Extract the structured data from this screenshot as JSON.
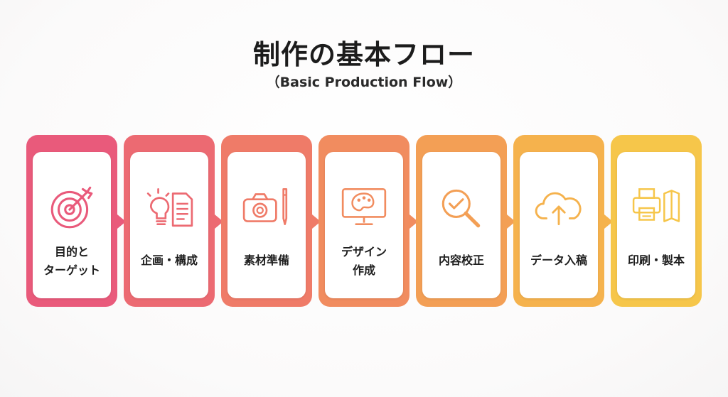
{
  "title": "制作の基本フロー",
  "subtitle": "（Basic Production Flow）",
  "steps": [
    {
      "label": "目的と\nターゲット",
      "icon": "target-icon",
      "color": "#e95a7b"
    },
    {
      "label": "企画・構成",
      "icon": "lightbulb-document-icon",
      "color": "#ec6a72"
    },
    {
      "label": "素材準備",
      "icon": "camera-pen-icon",
      "color": "#ef7b68"
    },
    {
      "label": "デザイン\n作成",
      "icon": "palette-monitor-icon",
      "color": "#f18c5f"
    },
    {
      "label": "内容校正",
      "icon": "magnifier-check-icon",
      "color": "#f39f55"
    },
    {
      "label": "データ入稿",
      "icon": "cloud-upload-icon",
      "color": "#f5b24d"
    },
    {
      "label": "印刷・製本",
      "icon": "printer-book-icon",
      "color": "#f6c64a"
    }
  ],
  "colors": {
    "start": "#e9597a",
    "end": "#f6c94a"
  }
}
